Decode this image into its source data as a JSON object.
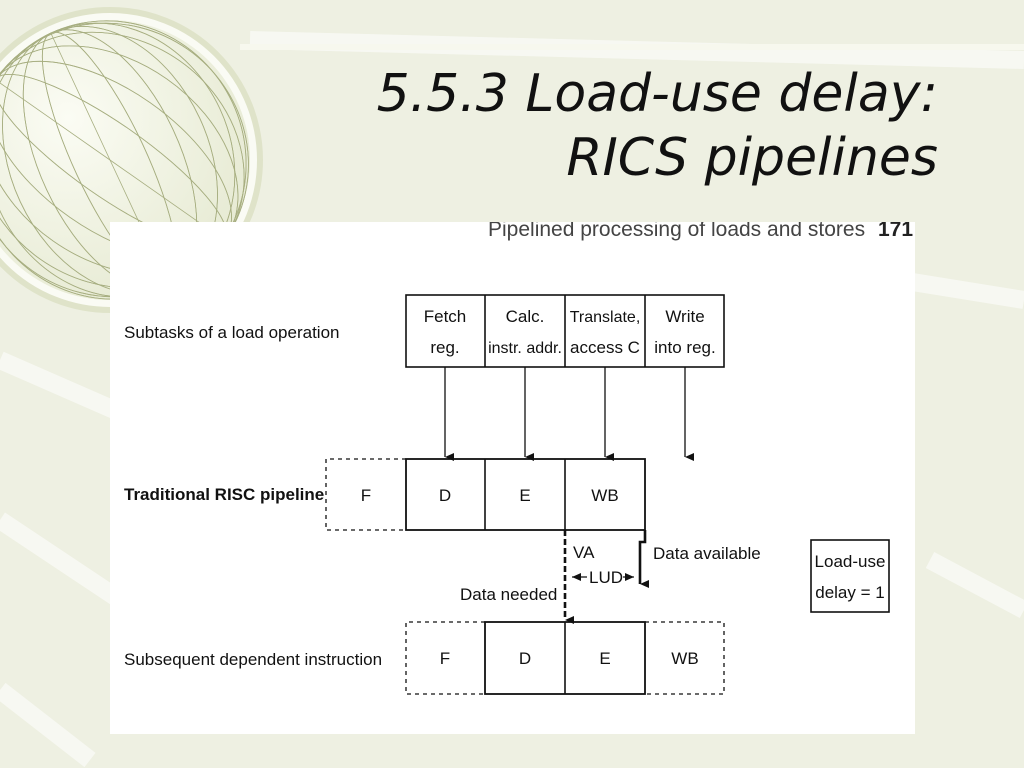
{
  "title": {
    "line1": "5.5.3 Load-use delay:",
    "line2": "RICS pipelines"
  },
  "figure": {
    "caption": "Pipelined processing of loads and stores",
    "page_number": "171",
    "rows": {
      "subtasks_label": "Subtasks of a load operation",
      "traditional_label": "Traditional RISC pipeline",
      "dependent_label": "Subsequent dependent instruction"
    },
    "subtasks": [
      {
        "line1": "Fetch",
        "line2": "reg."
      },
      {
        "line1": "Calc.",
        "line2": "instr. addr."
      },
      {
        "line1": "Translate,",
        "line2": "access C"
      },
      {
        "line1": "Write",
        "line2": "into reg."
      }
    ],
    "traditional_stages": [
      "F",
      "D",
      "E",
      "WB"
    ],
    "dependent_stages": [
      "F",
      "D",
      "E",
      "WB"
    ],
    "annotations": {
      "va": "VA",
      "lud": "LUD",
      "data_available": "Data available",
      "data_needed": "Data needed"
    },
    "load_use_box": {
      "line1": "Load-use",
      "line2": "delay = 1"
    }
  }
}
